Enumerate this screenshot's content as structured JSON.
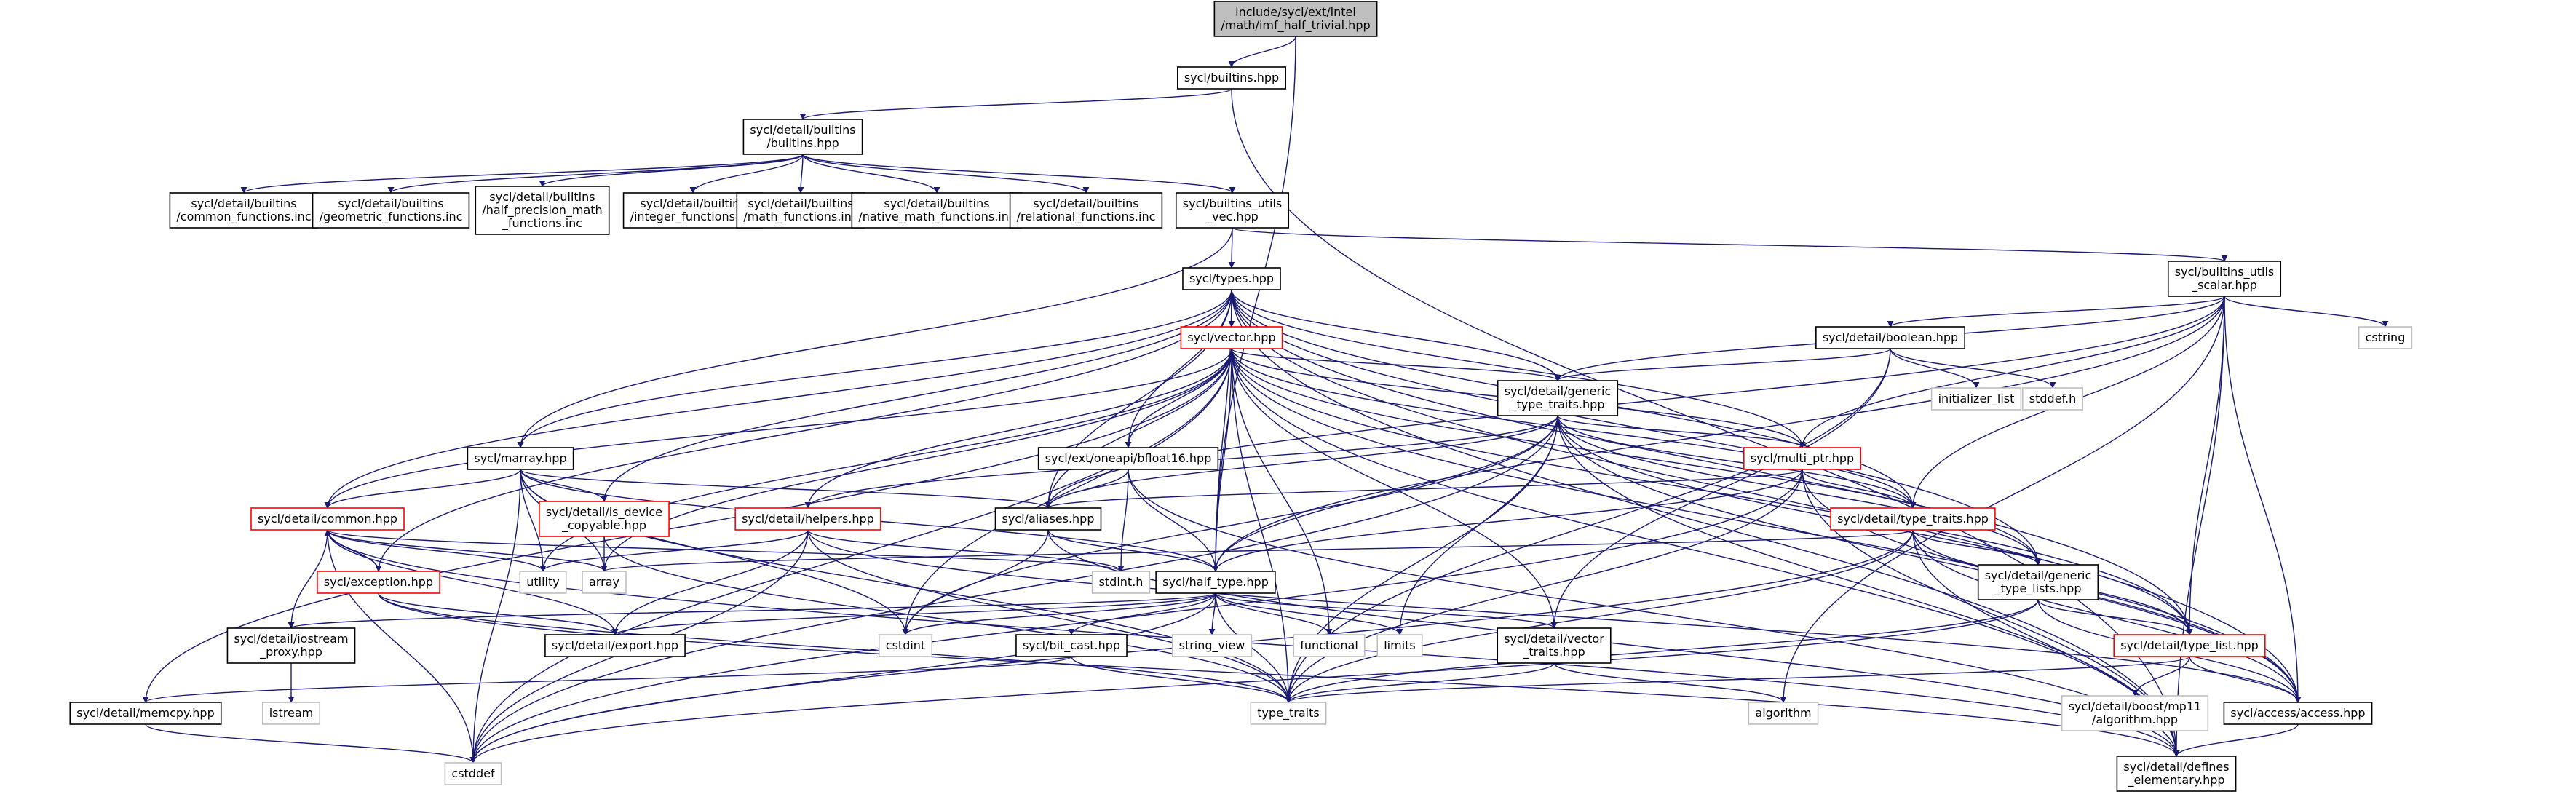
{
  "colors": {
    "edge": "#191970",
    "border_normal": "#000000",
    "border_truncated": "#ff0000",
    "border_system": "#bfbfbf",
    "fill_root": "#bfbfbf",
    "fill_normal": "#ffffff",
    "text_system": "#555555"
  },
  "nodes": [
    {
      "id": "root",
      "lines": [
        "include/sycl/ext/intel",
        "/math/imf_half_trivial.hpp"
      ],
      "kind": "root"
    },
    {
      "id": "builtins",
      "lines": [
        "sycl/builtins.hpp"
      ],
      "kind": "normal"
    },
    {
      "id": "detail_builtins",
      "lines": [
        "sycl/detail/builtins",
        "/builtins.hpp"
      ],
      "kind": "normal"
    },
    {
      "id": "common_functions",
      "lines": [
        "sycl/detail/builtins",
        "/common_functions.inc"
      ],
      "kind": "normal"
    },
    {
      "id": "geometric_functions",
      "lines": [
        "sycl/detail/builtins",
        "/geometric_functions.inc"
      ],
      "kind": "normal"
    },
    {
      "id": "half_precision",
      "lines": [
        "sycl/detail/builtins",
        "/half_precision_math",
        "_functions.inc"
      ],
      "kind": "normal"
    },
    {
      "id": "integer_functions",
      "lines": [
        "sycl/detail/builtins",
        "/integer_functions.inc"
      ],
      "kind": "normal"
    },
    {
      "id": "math_functions",
      "lines": [
        "sycl/detail/builtins",
        "/math_functions.inc"
      ],
      "kind": "normal"
    },
    {
      "id": "native_math",
      "lines": [
        "sycl/detail/builtins",
        "/native_math_functions.inc"
      ],
      "kind": "normal"
    },
    {
      "id": "relational",
      "lines": [
        "sycl/detail/builtins",
        "/relational_functions.inc"
      ],
      "kind": "normal"
    },
    {
      "id": "utils_vec",
      "lines": [
        "sycl/builtins_utils",
        "_vec.hpp"
      ],
      "kind": "normal"
    },
    {
      "id": "utils_scalar",
      "lines": [
        "sycl/builtins_utils",
        "_scalar.hpp"
      ],
      "kind": "normal"
    },
    {
      "id": "types",
      "lines": [
        "sycl/types.hpp"
      ],
      "kind": "normal"
    },
    {
      "id": "vector",
      "lines": [
        "sycl/vector.hpp"
      ],
      "kind": "truncated"
    },
    {
      "id": "boolean",
      "lines": [
        "sycl/detail/boolean.hpp"
      ],
      "kind": "normal"
    },
    {
      "id": "initializer_list",
      "lines": [
        "initializer_list"
      ],
      "kind": "system"
    },
    {
      "id": "stddef_h",
      "lines": [
        "stddef.h"
      ],
      "kind": "system"
    },
    {
      "id": "cstring",
      "lines": [
        "cstring"
      ],
      "kind": "system"
    },
    {
      "id": "generic_type_traits",
      "lines": [
        "sycl/detail/generic",
        "_type_traits.hpp"
      ],
      "kind": "normal"
    },
    {
      "id": "marray",
      "lines": [
        "sycl/marray.hpp"
      ],
      "kind": "normal"
    },
    {
      "id": "bfloat16",
      "lines": [
        "sycl/ext/oneapi/bfloat16.hpp"
      ],
      "kind": "normal"
    },
    {
      "id": "multi_ptr",
      "lines": [
        "sycl/multi_ptr.hpp"
      ],
      "kind": "truncated"
    },
    {
      "id": "detail_common",
      "lines": [
        "sycl/detail/common.hpp"
      ],
      "kind": "truncated"
    },
    {
      "id": "is_device_copyable",
      "lines": [
        "sycl/detail/is_device",
        "_copyable.hpp"
      ],
      "kind": "truncated"
    },
    {
      "id": "helpers",
      "lines": [
        "sycl/detail/helpers.hpp"
      ],
      "kind": "truncated"
    },
    {
      "id": "aliases",
      "lines": [
        "sycl/aliases.hpp"
      ],
      "kind": "normal"
    },
    {
      "id": "type_traits_sycl",
      "lines": [
        "sycl/detail/type_traits.hpp"
      ],
      "kind": "truncated"
    },
    {
      "id": "exception",
      "lines": [
        "sycl/exception.hpp"
      ],
      "kind": "truncated"
    },
    {
      "id": "utility",
      "lines": [
        "utility"
      ],
      "kind": "system"
    },
    {
      "id": "array",
      "lines": [
        "array"
      ],
      "kind": "system"
    },
    {
      "id": "stdint_h",
      "lines": [
        "stdint.h"
      ],
      "kind": "system"
    },
    {
      "id": "half_type",
      "lines": [
        "sycl/half_type.hpp"
      ],
      "kind": "normal"
    },
    {
      "id": "generic_type_lists",
      "lines": [
        "sycl/detail/generic",
        "_type_lists.hpp"
      ],
      "kind": "normal"
    },
    {
      "id": "iostream_proxy",
      "lines": [
        "sycl/detail/iostream",
        "_proxy.hpp"
      ],
      "kind": "normal"
    },
    {
      "id": "export",
      "lines": [
        "sycl/detail/export.hpp"
      ],
      "kind": "normal"
    },
    {
      "id": "cstdint",
      "lines": [
        "cstdint"
      ],
      "kind": "system"
    },
    {
      "id": "bit_cast",
      "lines": [
        "sycl/bit_cast.hpp"
      ],
      "kind": "normal"
    },
    {
      "id": "string_view",
      "lines": [
        "string_view"
      ],
      "kind": "system"
    },
    {
      "id": "functional",
      "lines": [
        "functional"
      ],
      "kind": "system"
    },
    {
      "id": "limits",
      "lines": [
        "limits"
      ],
      "kind": "system"
    },
    {
      "id": "vector_traits",
      "lines": [
        "sycl/detail/vector",
        "_traits.hpp"
      ],
      "kind": "normal"
    },
    {
      "id": "type_list",
      "lines": [
        "sycl/detail/type_list.hpp"
      ],
      "kind": "truncated"
    },
    {
      "id": "memcpy",
      "lines": [
        "sycl/detail/memcpy.hpp"
      ],
      "kind": "normal"
    },
    {
      "id": "istream",
      "lines": [
        "istream"
      ],
      "kind": "system"
    },
    {
      "id": "type_traits_std",
      "lines": [
        "type_traits"
      ],
      "kind": "system"
    },
    {
      "id": "algorithm",
      "lines": [
        "algorithm"
      ],
      "kind": "system"
    },
    {
      "id": "mp11_algorithm",
      "lines": [
        "sycl/detail/boost/mp11",
        "/algorithm.hpp"
      ],
      "kind": "system"
    },
    {
      "id": "access",
      "lines": [
        "sycl/access/access.hpp"
      ],
      "kind": "normal"
    },
    {
      "id": "cstddef",
      "lines": [
        "cstddef"
      ],
      "kind": "system"
    },
    {
      "id": "defines_elementary",
      "lines": [
        "sycl/detail/defines",
        "_elementary.hpp"
      ],
      "kind": "normal"
    }
  ],
  "edges": [
    [
      "root",
      "builtins"
    ],
    [
      "root",
      "half_type"
    ],
    [
      "builtins",
      "detail_builtins"
    ],
    [
      "builtins",
      "defines_elementary"
    ],
    [
      "detail_builtins",
      "common_functions"
    ],
    [
      "detail_builtins",
      "geometric_functions"
    ],
    [
      "detail_builtins",
      "half_precision"
    ],
    [
      "detail_builtins",
      "integer_functions"
    ],
    [
      "detail_builtins",
      "math_functions"
    ],
    [
      "detail_builtins",
      "native_math"
    ],
    [
      "detail_builtins",
      "relational"
    ],
    [
      "detail_builtins",
      "utils_vec"
    ],
    [
      "utils_vec",
      "types"
    ],
    [
      "utils_vec",
      "utils_scalar"
    ],
    [
      "utils_vec",
      "marray"
    ],
    [
      "utils_scalar",
      "boolean"
    ],
    [
      "utils_scalar",
      "generic_type_traits"
    ],
    [
      "utils_scalar",
      "multi_ptr"
    ],
    [
      "utils_scalar",
      "type_traits_sycl"
    ],
    [
      "utils_scalar",
      "type_list"
    ],
    [
      "utils_scalar",
      "cstring"
    ],
    [
      "utils_scalar",
      "algorithm"
    ],
    [
      "utils_scalar",
      "access"
    ],
    [
      "utils_scalar",
      "defines_elementary"
    ],
    [
      "utils_scalar",
      "aliases"
    ],
    [
      "utils_scalar",
      "half_type"
    ],
    [
      "types",
      "vector"
    ],
    [
      "types",
      "generic_type_traits"
    ],
    [
      "types",
      "marray"
    ],
    [
      "types",
      "bfloat16"
    ],
    [
      "types",
      "aliases"
    ],
    [
      "types",
      "detail_common"
    ],
    [
      "types",
      "is_device_copyable"
    ],
    [
      "types",
      "multi_ptr"
    ],
    [
      "types",
      "type_traits_sycl"
    ],
    [
      "types",
      "generic_type_lists"
    ],
    [
      "types",
      "type_list"
    ],
    [
      "types",
      "access"
    ],
    [
      "types",
      "defines_elementary"
    ],
    [
      "types",
      "half_type"
    ],
    [
      "types",
      "exception"
    ],
    [
      "vector",
      "generic_type_traits"
    ],
    [
      "vector",
      "bfloat16"
    ],
    [
      "vector",
      "aliases"
    ],
    [
      "vector",
      "detail_common"
    ],
    [
      "vector",
      "helpers"
    ],
    [
      "vector",
      "half_type"
    ],
    [
      "vector",
      "multi_ptr"
    ],
    [
      "vector",
      "type_traits_sycl"
    ],
    [
      "vector",
      "vector_traits"
    ],
    [
      "vector",
      "memcpy"
    ],
    [
      "vector",
      "cstddef"
    ],
    [
      "vector",
      "cstdint"
    ],
    [
      "vector",
      "functional"
    ],
    [
      "vector",
      "type_traits_std"
    ],
    [
      "vector",
      "utility"
    ],
    [
      "vector",
      "array"
    ],
    [
      "vector",
      "type_list"
    ],
    [
      "vector",
      "access"
    ],
    [
      "vector",
      "generic_type_lists"
    ],
    [
      "vector",
      "defines_elementary"
    ],
    [
      "boolean",
      "generic_type_traits"
    ],
    [
      "boolean",
      "vector_traits"
    ],
    [
      "boolean",
      "initializer_list"
    ],
    [
      "boolean",
      "stddef_h"
    ],
    [
      "boolean",
      "type_traits_std"
    ],
    [
      "generic_type_traits",
      "generic_type_lists"
    ],
    [
      "generic_type_traits",
      "type_traits_sycl"
    ],
    [
      "generic_type_traits",
      "aliases"
    ],
    [
      "generic_type_traits",
      "helpers"
    ],
    [
      "generic_type_traits",
      "half_type"
    ],
    [
      "generic_type_traits",
      "multi_ptr"
    ],
    [
      "generic_type_traits",
      "limits"
    ],
    [
      "generic_type_traits",
      "type_traits_std"
    ],
    [
      "generic_type_traits",
      "cstddef"
    ],
    [
      "generic_type_traits",
      "cstdint"
    ],
    [
      "generic_type_traits",
      "access"
    ],
    [
      "generic_type_traits",
      "type_list"
    ],
    [
      "generic_type_traits",
      "defines_elementary"
    ],
    [
      "marray",
      "aliases"
    ],
    [
      "marray",
      "detail_common"
    ],
    [
      "marray",
      "is_device_copyable"
    ],
    [
      "marray",
      "half_type"
    ],
    [
      "marray",
      "array"
    ],
    [
      "marray",
      "utility"
    ],
    [
      "marray",
      "cstddef"
    ],
    [
      "marray",
      "cstdint"
    ],
    [
      "marray",
      "type_traits_std"
    ],
    [
      "bfloat16",
      "aliases"
    ],
    [
      "bfloat16",
      "half_type"
    ],
    [
      "bfloat16",
      "stdint_h"
    ],
    [
      "bfloat16",
      "defines_elementary"
    ],
    [
      "multi_ptr",
      "aliases"
    ],
    [
      "multi_ptr",
      "half_type"
    ],
    [
      "multi_ptr",
      "type_traits_sycl"
    ],
    [
      "multi_ptr",
      "access"
    ],
    [
      "multi_ptr",
      "type_traits_std"
    ],
    [
      "multi_ptr",
      "cstddef"
    ],
    [
      "multi_ptr",
      "defines_elementary"
    ],
    [
      "detail_common",
      "exception"
    ],
    [
      "detail_common",
      "export"
    ],
    [
      "detail_common",
      "iostream_proxy"
    ],
    [
      "detail_common",
      "array"
    ],
    [
      "detail_common",
      "utility"
    ],
    [
      "detail_common",
      "cstddef"
    ],
    [
      "detail_common",
      "stdint_h"
    ],
    [
      "detail_common",
      "defines_elementary"
    ],
    [
      "is_device_copyable",
      "array"
    ],
    [
      "is_device_copyable",
      "type_traits_std"
    ],
    [
      "helpers",
      "export"
    ],
    [
      "helpers",
      "stdint_h"
    ],
    [
      "helpers",
      "utility"
    ],
    [
      "helpers",
      "cstddef"
    ],
    [
      "helpers",
      "type_traits_std"
    ],
    [
      "helpers",
      "access"
    ],
    [
      "aliases",
      "half_type"
    ],
    [
      "aliases",
      "cstdint"
    ],
    [
      "aliases",
      "defines_elementary"
    ],
    [
      "type_traits_sycl",
      "generic_type_lists"
    ],
    [
      "type_traits_sycl",
      "type_list"
    ],
    [
      "type_traits_sycl",
      "access"
    ],
    [
      "type_traits_sycl",
      "array"
    ],
    [
      "type_traits_sycl",
      "type_traits_std"
    ],
    [
      "type_traits_sycl",
      "cstddef"
    ],
    [
      "type_traits_sycl",
      "defines_elementary"
    ],
    [
      "exception",
      "detail_common"
    ],
    [
      "exception",
      "export"
    ],
    [
      "exception",
      "type_traits_std"
    ],
    [
      "exception",
      "defines_elementary"
    ],
    [
      "half_type",
      "bit_cast"
    ],
    [
      "half_type",
      "export"
    ],
    [
      "half_type",
      "iostream_proxy"
    ],
    [
      "half_type",
      "vector_traits"
    ],
    [
      "half_type",
      "cstdint"
    ],
    [
      "half_type",
      "string_view"
    ],
    [
      "half_type",
      "functional"
    ],
    [
      "half_type",
      "limits"
    ],
    [
      "half_type",
      "type_traits_std"
    ],
    [
      "half_type",
      "cstddef"
    ],
    [
      "generic_type_lists",
      "type_list"
    ],
    [
      "generic_type_lists",
      "access"
    ],
    [
      "generic_type_lists",
      "type_traits_std"
    ],
    [
      "generic_type_lists",
      "cstddef"
    ],
    [
      "iostream_proxy",
      "istream"
    ],
    [
      "bit_cast",
      "type_traits_std"
    ],
    [
      "bit_cast",
      "memcpy"
    ],
    [
      "vector_traits",
      "type_traits_std"
    ],
    [
      "vector_traits",
      "algorithm"
    ],
    [
      "type_list",
      "mp11_algorithm"
    ],
    [
      "type_list",
      "access"
    ],
    [
      "type_list",
      "type_traits_std"
    ],
    [
      "memcpy",
      "cstddef"
    ],
    [
      "access",
      "defines_elementary"
    ]
  ]
}
